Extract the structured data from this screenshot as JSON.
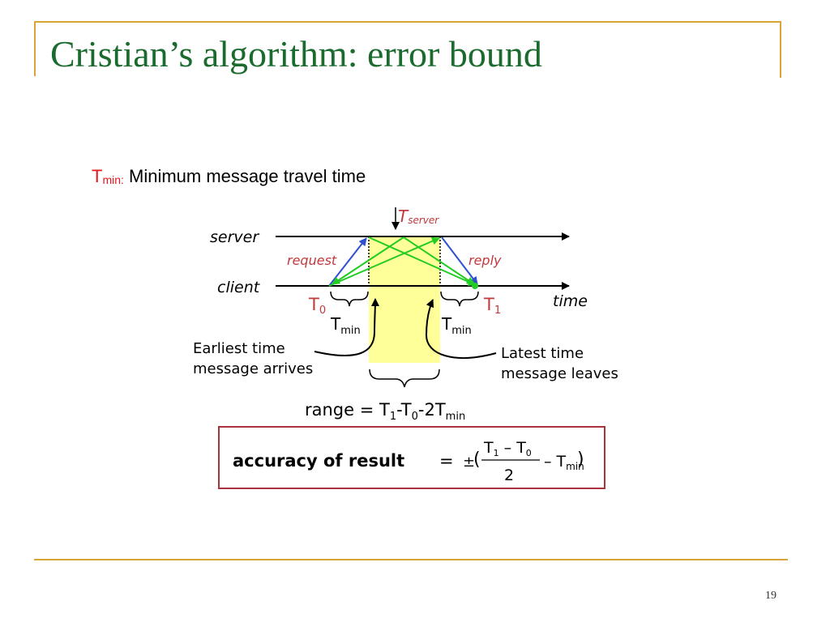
{
  "slide": {
    "title": "Cristian’s algorithm: error bound",
    "page_number": "19",
    "definition": {
      "term_main": "T",
      "term_sub": "min",
      "term_suffix": ":",
      "text": " Minimum message travel time"
    }
  },
  "diagram": {
    "server_label": "server",
    "client_label": "client",
    "time_label": "time",
    "tserver_main": "T",
    "tserver_sub": "server",
    "request_label": "request",
    "reply_label": "reply",
    "t0_main": "T",
    "t0_sub": "0",
    "t1_main": "T",
    "t1_sub": "1",
    "tmin_main": "T",
    "tmin_sub": "min",
    "earliest_line1": "Earliest time",
    "earliest_line2": "message arrives",
    "latest_line1": "Latest time",
    "latest_line2": "message leaves",
    "range_prefix": "range = T",
    "range_sub1": "1",
    "range_mid": "-T",
    "range_sub0": "0",
    "range_suffix": "-2T",
    "range_submin": "min",
    "accuracy_label": "accuracy of result",
    "equals": "=",
    "plus_minus": "±",
    "open_paren": "(",
    "close_paren": ")",
    "numerator_T1": "T",
    "numerator_sub1": "1",
    "numerator_minus": " – T",
    "numerator_sub0": "0",
    "denominator": "2",
    "minus_tmin_main": "– T",
    "minus_tmin_sub": "min"
  },
  "colors": {
    "title": "#1b6b2f",
    "frame": "#d9a53a",
    "highlight": "#ffff99",
    "request_arrow": "#3050d0",
    "green_arrow": "#22cc22",
    "red_text": "#c0393b",
    "box_border": "#a8323e"
  }
}
